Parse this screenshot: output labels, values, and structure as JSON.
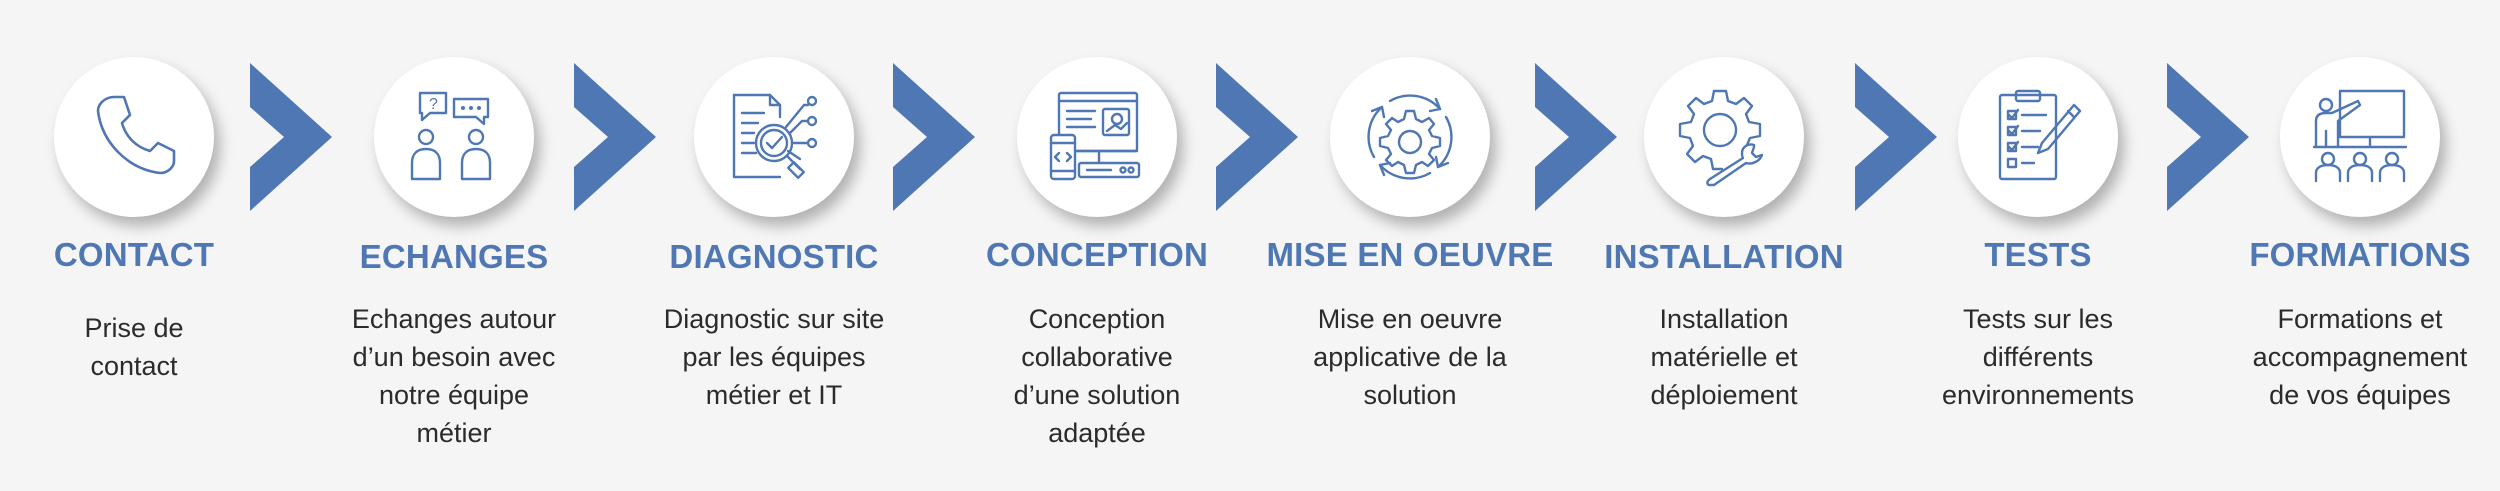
{
  "colors": {
    "accent": "#4e77b4",
    "text": "#2b2b2b",
    "background": "#f5f5f5"
  },
  "steps": [
    {
      "title": "CONTACT",
      "icon": "phone-icon",
      "lines": [
        "Prise de",
        "contact"
      ]
    },
    {
      "title": "ECHANGES",
      "icon": "discussion-icon",
      "lines": [
        "Echanges autour",
        "d’un besoin avec",
        "notre équipe",
        "métier"
      ]
    },
    {
      "title": "DIAGNOSTIC",
      "icon": "diagnostic-icon",
      "lines": [
        "Diagnostic sur site",
        "par les équipes",
        "métier et IT"
      ]
    },
    {
      "title": "CONCEPTION",
      "icon": "design-icon",
      "lines": [
        "Conception",
        "collaborative",
        "d’une solution",
        "adaptée"
      ]
    },
    {
      "title": "MISE EN OEUVRE",
      "icon": "gear-cycle-icon",
      "lines": [
        "Mise en oeuvre",
        "applicative de la",
        "solution"
      ]
    },
    {
      "title": "INSTALLATION",
      "icon": "gear-wrench-icon",
      "lines": [
        "Installation",
        "matérielle et",
        "déploiement"
      ]
    },
    {
      "title": "TESTS",
      "icon": "checklist-icon",
      "lines": [
        "Tests sur les",
        "différents",
        "environnements"
      ]
    },
    {
      "title": "FORMATIONS",
      "icon": "training-icon",
      "lines": [
        "Formations et",
        "accompagnement",
        "de vos équipes"
      ]
    }
  ]
}
